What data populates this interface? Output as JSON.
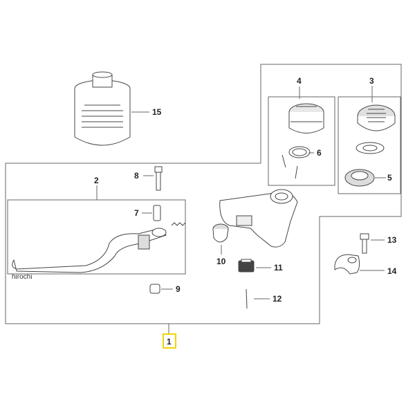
{
  "diagram": {
    "callouts": {
      "p1": "1",
      "p2": "2",
      "p3": "3",
      "p4": "4",
      "p5": "5",
      "p6": "6",
      "p7": "7",
      "p8": "8",
      "p9": "9",
      "p10": "10",
      "p11": "11",
      "p12": "12",
      "p13": "13",
      "p14": "14",
      "p15": "15"
    },
    "highlighted_callout": "1",
    "highlight_color": "#f2d400",
    "watermark": "hirochi"
  }
}
